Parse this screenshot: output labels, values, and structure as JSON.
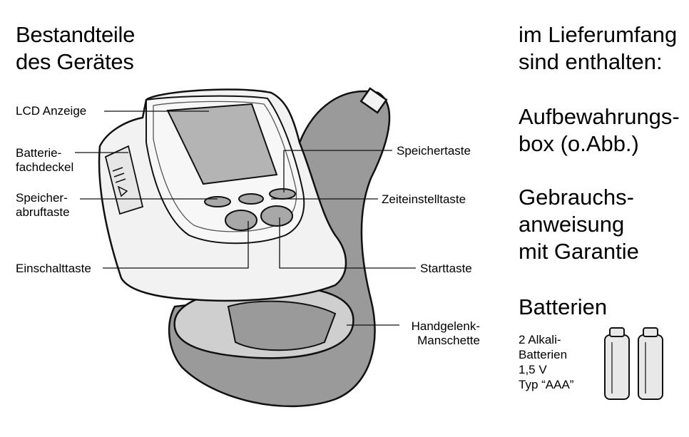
{
  "title": "Bestandteile\ndes Gerätes",
  "labels": {
    "lcd": "LCD Anzeige",
    "battery_cover": "Batterie-\nfachdeckel",
    "memory_recall": "Speicher-\nabruftaste",
    "power": "Einschalttaste",
    "memory": "Speichertaste",
    "time_set": "Zeiteinstelltaste",
    "start": "Starttaste",
    "cuff": "Handgelenk-\nManschette"
  },
  "contents": {
    "heading": "im Lieferumfang\nsind enthalten:",
    "box": "Aufbewahrungs-\nbox (o.Abb.)",
    "manual": "Gebrauchs-\nanweisung\nmit Garantie",
    "batteries_heading": "Batterien",
    "batteries_detail": "2 Alkali-\nBatterien\n1,5 V\nTyp “AAA”"
  },
  "colors": {
    "device_fill": "#f2f2f2",
    "cuff_fill": "#9a9a9a",
    "lcd_fill": "#b4b4b4",
    "button_fill": "#a8a8a8",
    "outline": "#111111"
  },
  "icons": [
    "blood-pressure-monitor-illustration",
    "battery-icon",
    "battery-icon"
  ]
}
